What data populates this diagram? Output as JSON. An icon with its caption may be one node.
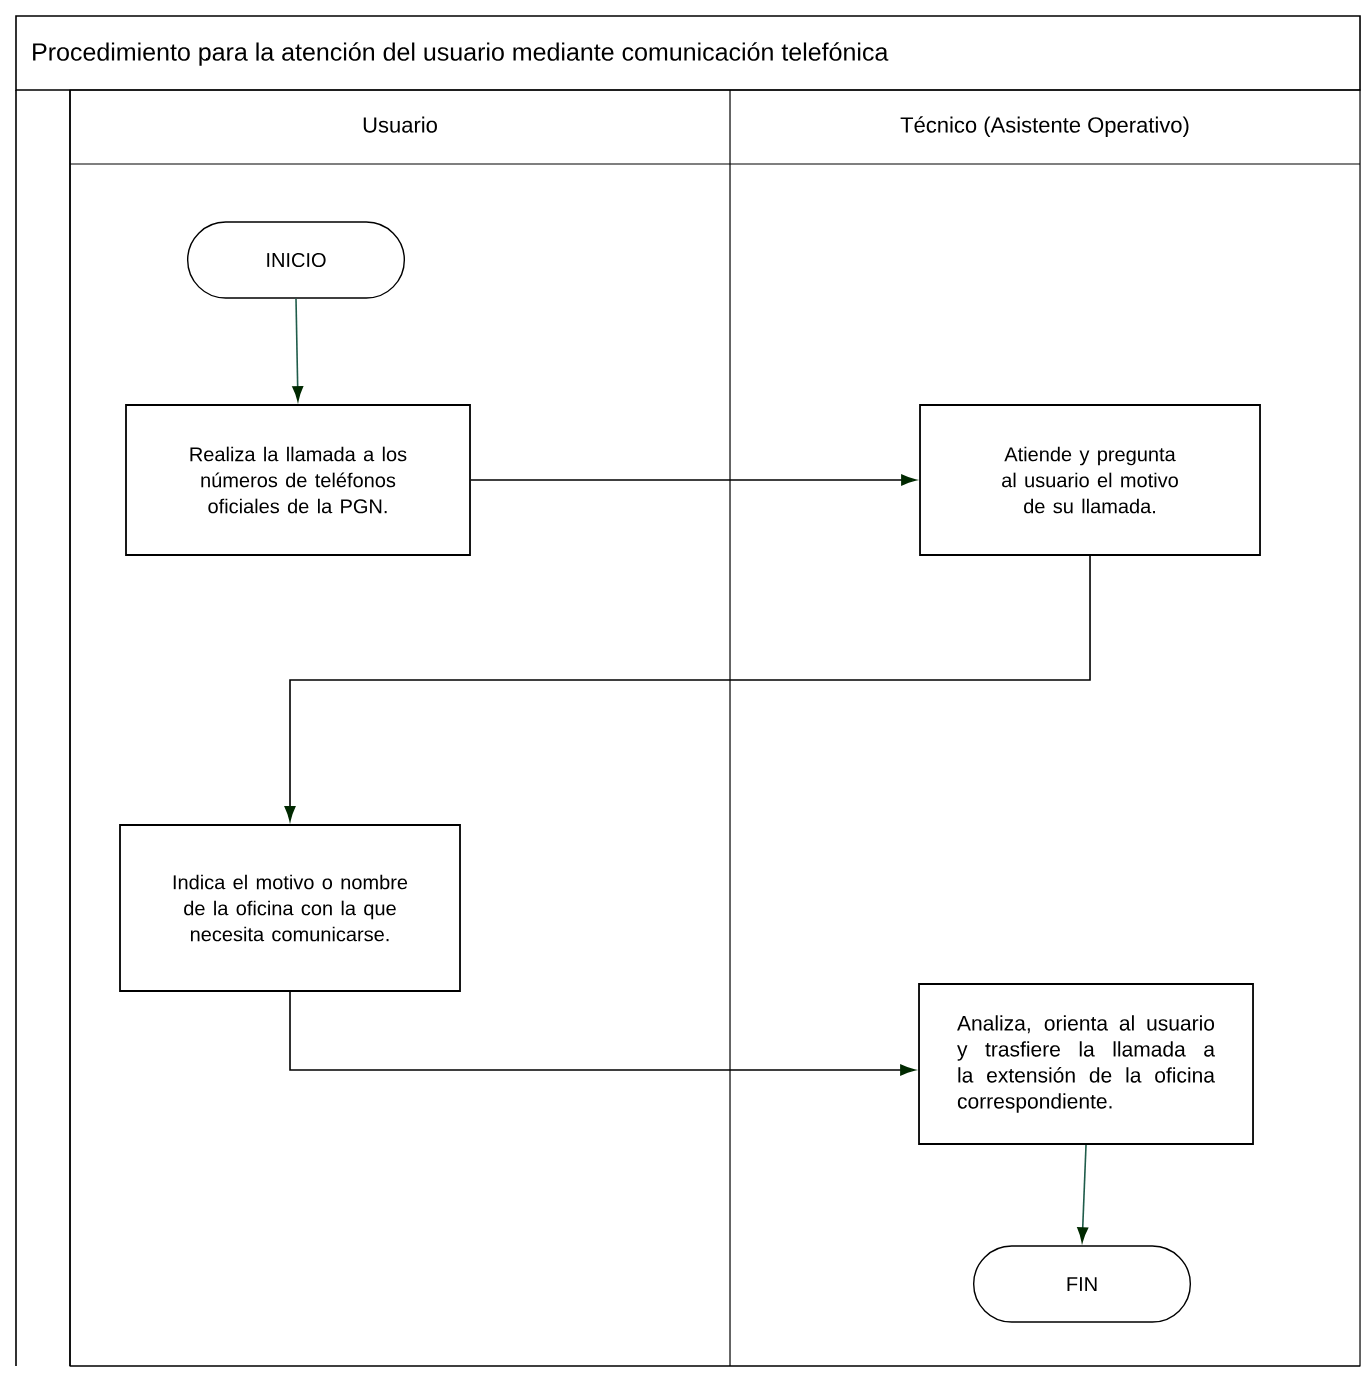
{
  "diagram": {
    "title": "Procedimiento para la atención del usuario mediante comunicación telefónica",
    "nodes": [
      {
        "text": [
          "Usuario"
        ]
      },
      {
        "text": [
          "Técnico (Asistente Operativo)"
        ]
      },
      {
        "text": [
          "INICIO"
        ],
        "in": 0
      },
      {
        "text": [
          "Realiza la llamada a los números de teléfonos oficiales de la PGN."
        ],
        "in": 0
      },
      {
        "text": [
          "Atiende y pregunta al usuario el motivo de su llamada."
        ],
        "in": 1
      },
      {
        "text": [
          "Indica el motivo o nombre de la oficina con la que necesita comunicarse."
        ],
        "in": 0
      },
      {
        "text": [
          "Analiza, orienta al usuario y trasfiere la llamada a la extensión de la oficina correspondiente."
        ],
        "in": 1
      },
      {
        "text": [
          "FIN"
        ],
        "in": 1
      }
    ],
    "edges": [
      {
        "from": 2,
        "to": 3,
        "arrow": "to",
        "color": "#1f5c4a"
      },
      {
        "from": 3,
        "to": 4,
        "arrow": "to"
      },
      {
        "from": 4,
        "to": 5,
        "arrow": "to"
      },
      {
        "from": 5,
        "to": 6,
        "arrow": "to"
      },
      {
        "from": 6,
        "to": 7,
        "arrow": "to",
        "color": "#1f5c4a"
      }
    ]
  }
}
